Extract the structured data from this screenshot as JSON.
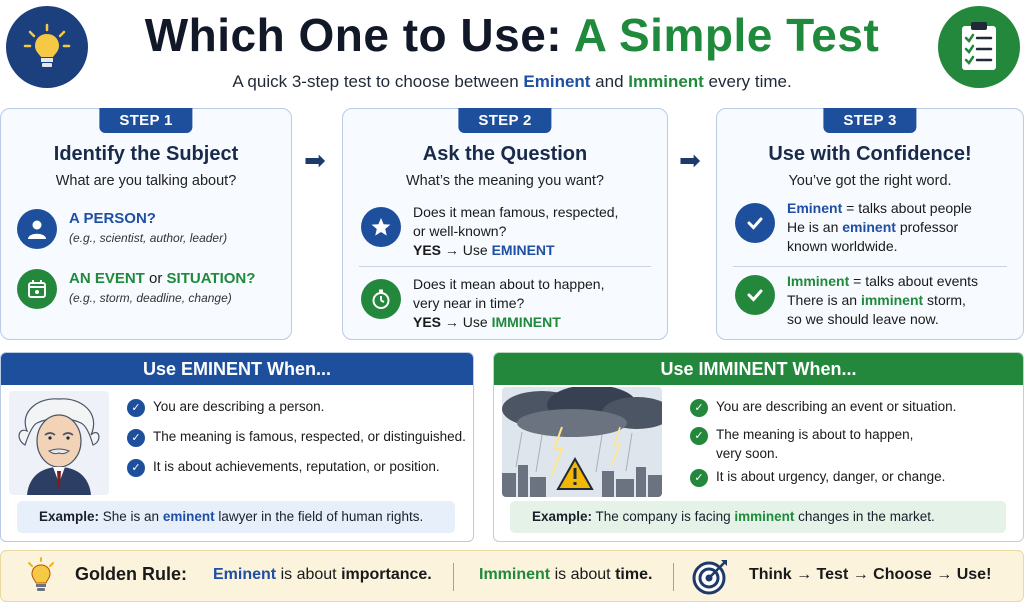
{
  "header": {
    "title_main": "Which One to Use: ",
    "title_accent": "A Simple Test",
    "subtitle_pre": "A quick 3-step test to choose between ",
    "subtitle_eminent": "Eminent",
    "subtitle_and": " and ",
    "subtitle_imminent": "Imminent",
    "subtitle_post": " every time."
  },
  "steps": [
    {
      "tab": "STEP 1",
      "title": "Identify the Subject",
      "sub": "What are you talking about?",
      "a_label": "A PERSON?",
      "a_example": "(e.g., scientist, author, leader)",
      "b_label_1": "AN EVENT",
      "b_or": " or ",
      "b_label_2": "SITUATION?",
      "b_example": "(e.g., storm, deadline, change)"
    },
    {
      "tab": "STEP 2",
      "title": "Ask the Question",
      "sub": "What’s the meaning you want?",
      "q1_l1": "Does it mean famous, respected,",
      "q1_l2": "or well-known?",
      "q1_yes": "YES",
      "q1_arrow": " → Use ",
      "q1_word": "EMINENT",
      "q2_l1": "Does it mean about to happen,",
      "q2_l2": "very near in time?",
      "q2_yes": "YES",
      "q2_arrow": " → Use ",
      "q2_word": "IMMINENT"
    },
    {
      "tab": "STEP 3",
      "title": "Use with Confidence!",
      "sub": "You’ve got the right word.",
      "e_word": "Eminent",
      "e_def": " = talks about people",
      "e_ex1": "He is an ",
      "e_ex_word": "eminent",
      "e_ex2": " professor",
      "e_ex3": "known worldwide.",
      "i_word": "Imminent",
      "i_def": " = talks about events",
      "i_ex1": "There is an ",
      "i_ex_word": "imminent",
      "i_ex2": " storm,",
      "i_ex3": "so we should leave now."
    }
  ],
  "eminent_panel": {
    "head": "Use EMINENT When...",
    "points": [
      "You are describing a person.",
      "The meaning is famous, respected, or distinguished.",
      "It is about achievements, reputation, or position."
    ],
    "example_label": "Example:",
    "example_pre": " She is an ",
    "example_word": "eminent",
    "example_post": " lawyer in the field of human rights."
  },
  "imminent_panel": {
    "head": "Use IMMINENT When...",
    "point1": "You are describing an event or situation.",
    "point2_l1": "The meaning is about to happen,",
    "point2_l2": "very soon.",
    "point3": "It is about urgency, danger, or change.",
    "example_label": "Example:",
    "example_pre": " The company is facing ",
    "example_word": "imminent",
    "example_post": " changes in the market."
  },
  "golden_rule": {
    "label": "Golden Rule:",
    "e_word": "Eminent",
    "e_mid": " is about ",
    "e_end": "importance.",
    "i_word": "Imminent",
    "i_mid": " is about ",
    "i_end": "time.",
    "steps_text": "Think → Test → Choose → Use!"
  },
  "colors": {
    "blue": "#1e4f9c",
    "green": "#23883c",
    "gold": "#f2b705"
  },
  "icons": [
    "lightbulb-icon",
    "clipboard-checklist-icon",
    "person-icon",
    "calendar-icon",
    "star-icon",
    "stopwatch-icon",
    "checkmark-icon",
    "target-icon",
    "warning-icon"
  ]
}
